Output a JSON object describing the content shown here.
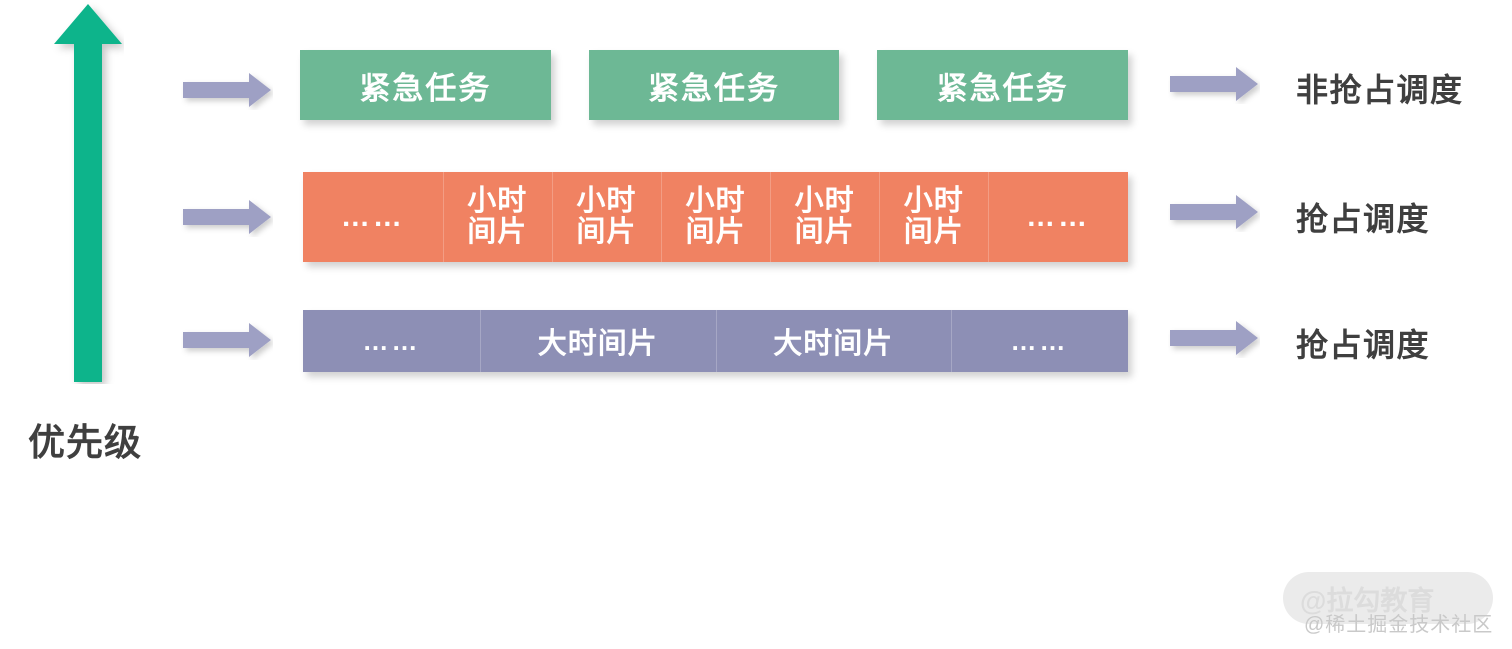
{
  "diagram": {
    "title_axis": "优先级",
    "axis_icon": "up-arrow-icon",
    "colors": {
      "axis_arrow": "#0FB48B",
      "urgent_task": "#6DB895",
      "small_slice": "#F08262",
      "big_slice": "#8D8FB5",
      "flow_arrow": "#9EA0C4",
      "label_text": "#3F3F3F",
      "background": "#FFFFFF"
    },
    "rows": [
      {
        "id": "urgent-task-row",
        "left_arrow_icon": "right-arrow-icon",
        "right_arrow_icon": "right-arrow-icon",
        "right_label": "非抢占调度",
        "style": "separate-boxes",
        "cells": [
          {
            "type": "task",
            "text": "紧急任务"
          },
          {
            "type": "task",
            "text": "紧急任务"
          },
          {
            "type": "task",
            "text": "紧急任务"
          }
        ]
      },
      {
        "id": "small-slice-row",
        "left_arrow_icon": "right-arrow-icon",
        "right_arrow_icon": "right-arrow-icon",
        "right_label": "抢占调度",
        "style": "continuous-bar",
        "cells": [
          {
            "type": "ellipsis",
            "text": "……"
          },
          {
            "type": "slice",
            "line1": "小时",
            "line2": "间片"
          },
          {
            "type": "slice",
            "line1": "小时",
            "line2": "间片"
          },
          {
            "type": "slice",
            "line1": "小时",
            "line2": "间片"
          },
          {
            "type": "slice",
            "line1": "小时",
            "line2": "间片"
          },
          {
            "type": "slice",
            "line1": "小时",
            "line2": "间片"
          },
          {
            "type": "ellipsis",
            "text": "……"
          }
        ]
      },
      {
        "id": "big-slice-row",
        "left_arrow_icon": "right-arrow-icon",
        "right_arrow_icon": "right-arrow-icon",
        "right_label": "抢占调度",
        "style": "continuous-bar",
        "cells": [
          {
            "type": "ellipsis",
            "text": "……"
          },
          {
            "type": "slice",
            "text": "大时间片"
          },
          {
            "type": "slice",
            "text": "大时间片"
          },
          {
            "type": "ellipsis",
            "text": "……"
          }
        ]
      }
    ]
  },
  "watermark": {
    "primary": "@拉勾教育",
    "secondary": "@稀土掘金技术社区"
  }
}
